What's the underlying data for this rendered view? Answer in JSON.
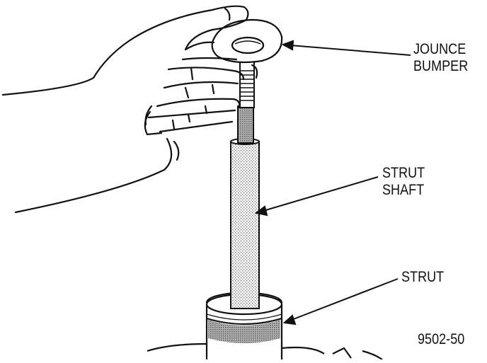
{
  "labels": {
    "jounce_bumper_line1": "JOUNCE",
    "jounce_bumper_line2": "BUMPER",
    "strut_shaft_line1": "STRUT",
    "strut_shaft_line2": "SHAFT",
    "strut": "STRUT",
    "figure_number": "9502-50"
  },
  "colors": {
    "ink": "#111111",
    "paper": "#ffffff",
    "stipple": "#7a7a7a"
  }
}
